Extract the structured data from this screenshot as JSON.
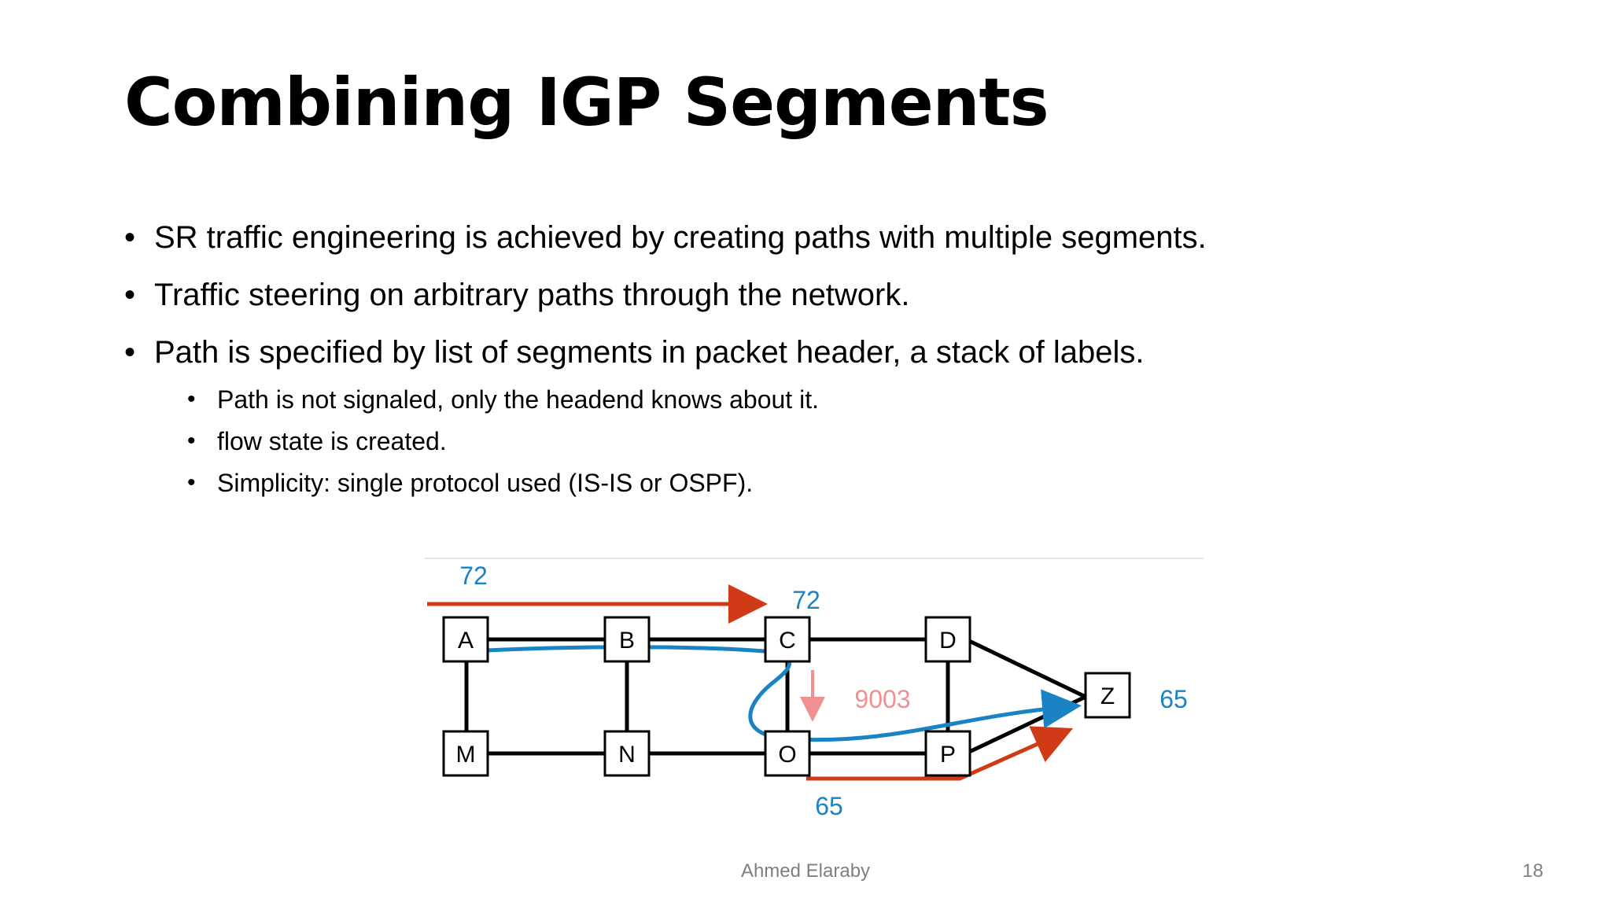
{
  "slide": {
    "title": "Combining IGP Segments",
    "bullets": [
      {
        "level": 1,
        "text": "SR traffic engineering is achieved by creating paths with multiple segments."
      },
      {
        "level": 1,
        "text": "Traffic steering on arbitrary paths through the network."
      },
      {
        "level": 1,
        "text": "Path is specified by list of segments in packet header, a stack of labels."
      },
      {
        "level": 2,
        "text": "Path is not signaled, only the headend knows about it."
      },
      {
        "level": 2,
        "text": "flow state is created."
      },
      {
        "level": 2,
        "text": "Simplicity: single protocol used (IS-IS or OSPF)."
      }
    ],
    "bullet_symbol": "•",
    "footer": {
      "author": "Ahmed Elaraby",
      "page": "18"
    }
  },
  "diagram": {
    "nodes": [
      "A",
      "B",
      "C",
      "D",
      "M",
      "N",
      "O",
      "P",
      "Z"
    ],
    "labels": {
      "top_left": "72",
      "top_c": "72",
      "middle": "9003",
      "right": "65",
      "bottom": "65"
    },
    "colors": {
      "segment_arrow": "#d03a16",
      "path": "#1a83c4",
      "label_blue": "#1a83c4",
      "adjacency": "#f09090",
      "edge": "#000000"
    }
  }
}
